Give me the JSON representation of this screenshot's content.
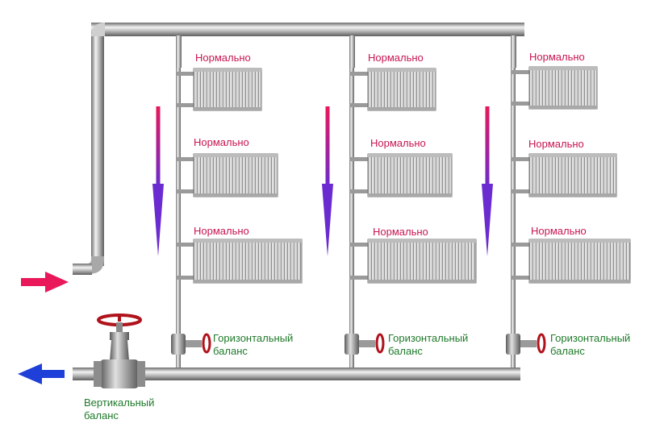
{
  "radiator_status_label": "Нормально",
  "horizontal_balance_label_line1": "Горизонтальный",
  "horizontal_balance_label_line2": "баланс",
  "vertical_balance_label_line1": "Вертикальный",
  "vertical_balance_label_line2": "баланс",
  "risers": [
    {
      "radiators": [
        {
          "status": "Нормально"
        },
        {
          "status": "Нормально"
        },
        {
          "status": "Нормально"
        }
      ]
    },
    {
      "radiators": [
        {
          "status": "Нормально"
        },
        {
          "status": "Нормально"
        },
        {
          "status": "Нормально"
        }
      ]
    },
    {
      "radiators": [
        {
          "status": "Нормально"
        },
        {
          "status": "Нормально"
        },
        {
          "status": "Нормально"
        }
      ]
    }
  ],
  "colors": {
    "supply_arrow": "#e8185a",
    "return_arrow": "#1e3fd8",
    "status_text": "#c8154f",
    "balance_text": "#1f7a2a",
    "pipe": "#9a9a9a",
    "valve_handle": "#b0121c"
  }
}
